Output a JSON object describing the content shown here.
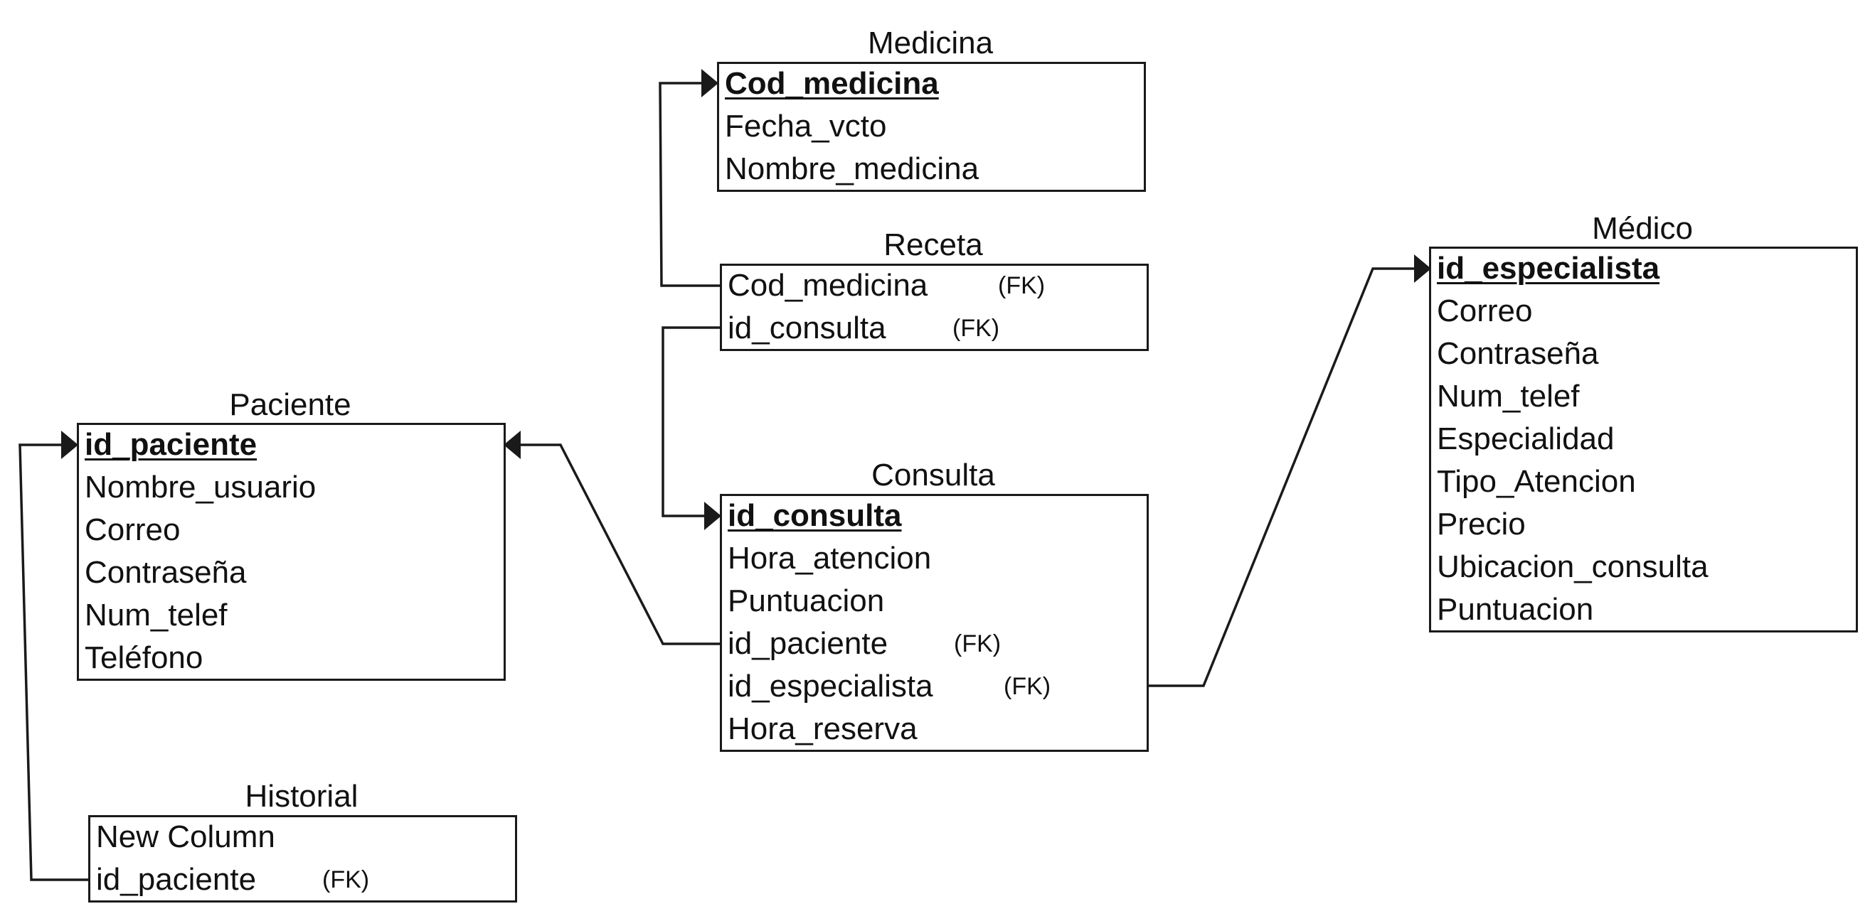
{
  "diagram": {
    "fk_marker": "(FK)",
    "entities": {
      "medicina": {
        "title": "Medicina",
        "fields": [
          {
            "name": "Cod_medicina",
            "pk": true
          },
          {
            "name": "Fecha_vcto"
          },
          {
            "name": "Nombre_medicina"
          }
        ]
      },
      "receta": {
        "title": "Receta",
        "fields": [
          {
            "name": "Cod_medicina",
            "fk": true
          },
          {
            "name": "id_consulta",
            "fk": true
          }
        ]
      },
      "medico": {
        "title": "Médico",
        "fields": [
          {
            "name": "id_especialista",
            "pk": true
          },
          {
            "name": "Correo"
          },
          {
            "name": "Contraseña"
          },
          {
            "name": "Num_telef"
          },
          {
            "name": "Especialidad"
          },
          {
            "name": "Tipo_Atencion"
          },
          {
            "name": "Precio"
          },
          {
            "name": "Ubicacion_consulta"
          },
          {
            "name": "Puntuacion"
          }
        ]
      },
      "paciente": {
        "title": "Paciente",
        "fields": [
          {
            "name": "id_paciente",
            "pk": true
          },
          {
            "name": "Nombre_usuario"
          },
          {
            "name": "Correo"
          },
          {
            "name": "Contraseña"
          },
          {
            "name": "Num_telef"
          },
          {
            "name": "Teléfono"
          }
        ]
      },
      "consulta": {
        "title": "Consulta",
        "fields": [
          {
            "name": "id_consulta",
            "pk": true
          },
          {
            "name": "Hora_atencion"
          },
          {
            "name": "Puntuacion"
          },
          {
            "name": "id_paciente",
            "fk": true
          },
          {
            "name": "id_especialista",
            "fk": true
          },
          {
            "name": "Hora_reserva"
          }
        ]
      },
      "historial": {
        "title": "Historial",
        "fields": [
          {
            "name": "New Column"
          },
          {
            "name": "id_paciente",
            "fk": true
          }
        ]
      }
    },
    "relationships": [
      {
        "from": "receta.Cod_medicina",
        "to": "medicina.Cod_medicina"
      },
      {
        "from": "receta.id_consulta",
        "to": "consulta.id_consulta"
      },
      {
        "from": "consulta.id_paciente",
        "to": "paciente.id_paciente"
      },
      {
        "from": "consulta.id_especialista",
        "to": "medico.id_especialista"
      },
      {
        "from": "historial.id_paciente",
        "to": "paciente.id_paciente"
      }
    ]
  }
}
